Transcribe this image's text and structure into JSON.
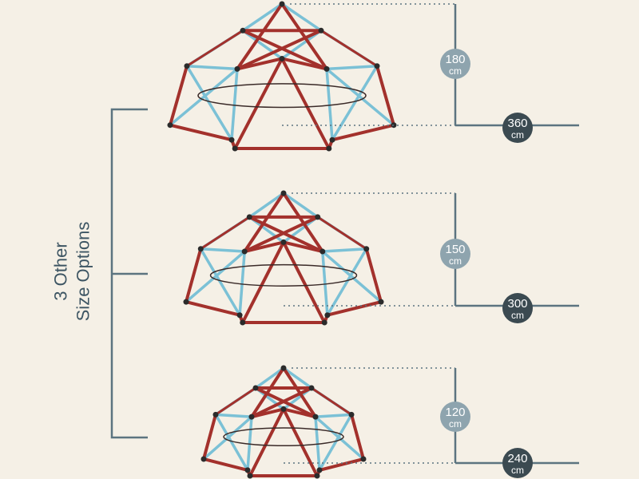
{
  "side_label": {
    "line1": "3 Other",
    "line2": "Size Options"
  },
  "colors": {
    "background": "#f5f0e6",
    "frame_red": "#a3312c",
    "frame_blue": "#7bc1d6",
    "joint": "#2b2b2b",
    "dimension_line": "#5c7480",
    "height_badge": "#8ea4ae",
    "width_badge": "#3b4a51"
  },
  "options": [
    {
      "height_value": "180",
      "height_unit": "cm",
      "width_value": "360",
      "width_unit": "cm"
    },
    {
      "height_value": "150",
      "height_unit": "cm",
      "width_value": "300",
      "width_unit": "cm"
    },
    {
      "height_value": "120",
      "height_unit": "cm",
      "width_value": "240",
      "width_unit": "cm"
    }
  ]
}
